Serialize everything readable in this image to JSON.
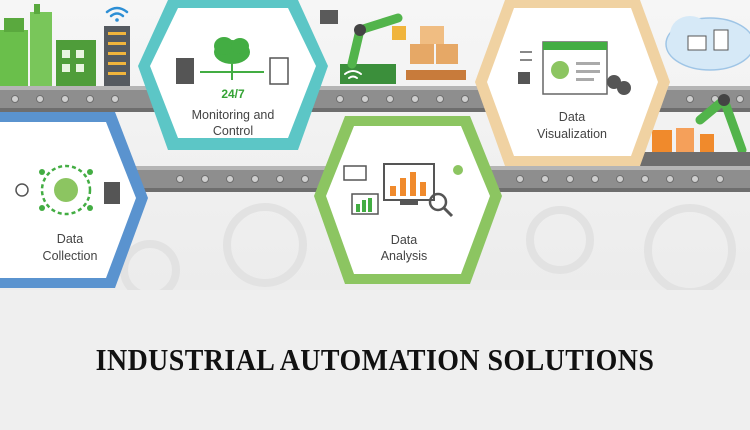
{
  "hexagons": {
    "monitoring": {
      "accent": "24/7",
      "line1": "Monitoring and",
      "line2": "Control",
      "border_color": "#5cc6c6",
      "icon": "cloud-network-icon"
    },
    "visualization": {
      "line1": "Data",
      "line2": "Visualization",
      "border_color": "#f0d2a2",
      "icon": "dashboard-icon"
    },
    "collection": {
      "line1": "Data",
      "line2": "Collection",
      "border_color": "#5a93cf",
      "icon": "circuit-brain-icon"
    },
    "analysis": {
      "line1": "Data",
      "line2": "Analysis",
      "border_color": "#8cc561",
      "icon": "chart-monitor-icon"
    }
  },
  "caption": {
    "text": "INDUSTRIAL AUTOMATION SOLUTIONS"
  },
  "colors": {
    "conveyor": "#909090",
    "conveyor_dark": "#6a6a6a",
    "green": "#4cae4c",
    "orange": "#f08a2c"
  }
}
